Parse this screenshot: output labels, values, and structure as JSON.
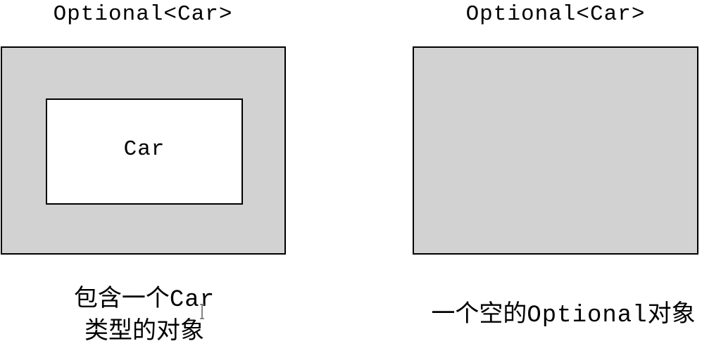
{
  "left_panel": {
    "title": "Optional<Car>",
    "inner_label": "Car",
    "caption_line1_cn": "包含一个",
    "caption_line1_code": "Car",
    "caption_line2": "类型的对象"
  },
  "right_panel": {
    "title": "Optional<Car>",
    "caption_pre": "一个空的",
    "caption_code": "Optional",
    "caption_post": "对象"
  },
  "colors": {
    "outer_fill": "#d2d2d2",
    "inner_fill": "#ffffff",
    "border": "#000000"
  },
  "icons": {
    "cursor": "text-cursor-icon"
  }
}
